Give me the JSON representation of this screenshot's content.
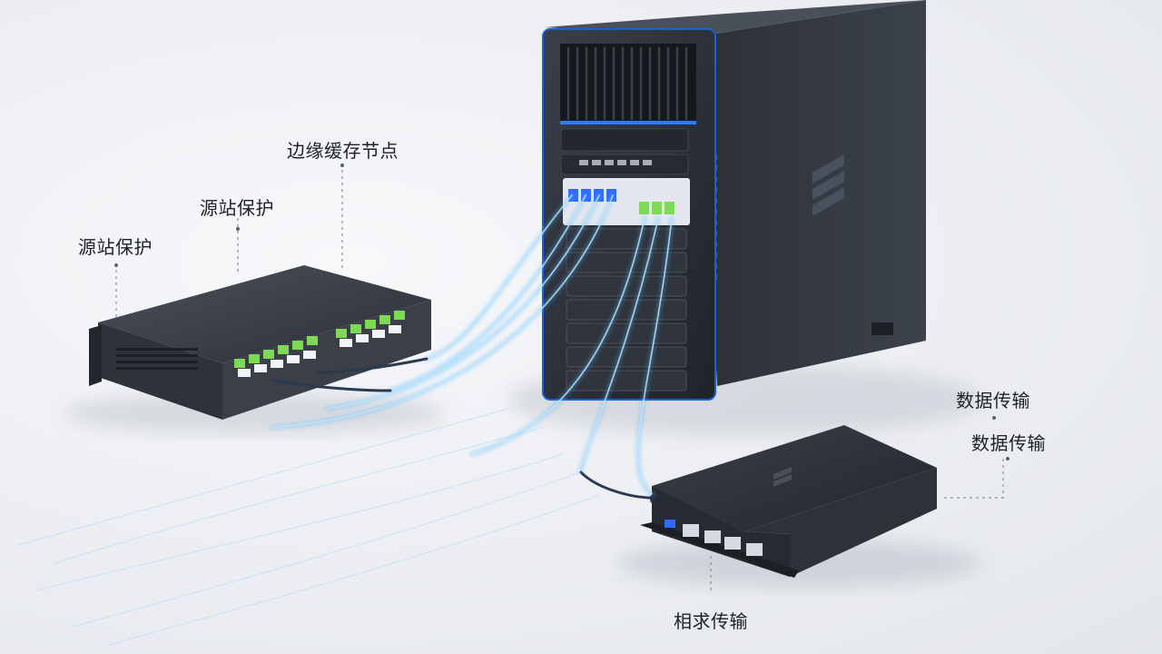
{
  "callouts": {
    "edge_cache_node": "边缘缓存节点",
    "origin_protection_a": "源站保护",
    "origin_protection_b": "源站保护",
    "data_transfer_a": "数据传输",
    "data_transfer_b": "数据传输",
    "bottom_transfer": "相求传输"
  },
  "colors": {
    "fiber_glow": "#4fb6ff",
    "port_green": "#7ed957",
    "port_blue": "#2f6bff",
    "chassis_dark": "#2a2e36"
  }
}
